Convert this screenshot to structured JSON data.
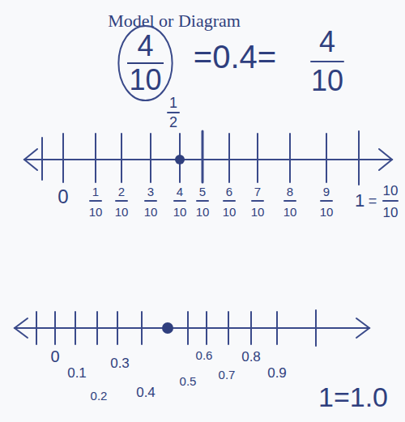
{
  "diagram": {
    "title": "Model or Diagram",
    "nodes": [
      {
        "text": [
          "4",
          "10"
        ]
      }
    ],
    "labels": [
      "=0.4=",
      "4",
      "10",
      "1",
      "2",
      "0",
      "1",
      "10",
      "2",
      "10",
      "3",
      "10",
      "4",
      "10",
      "5",
      "10",
      "6",
      "10",
      "7",
      "10",
      "8",
      "10",
      "9",
      "10",
      "1",
      "=",
      "10",
      "10",
      "0",
      "0.1",
      "0.2",
      "0.3",
      "0.4",
      "0.5",
      "0.6",
      "0.7",
      "0.8",
      "0.9",
      "1=1.0"
    ]
  }
}
